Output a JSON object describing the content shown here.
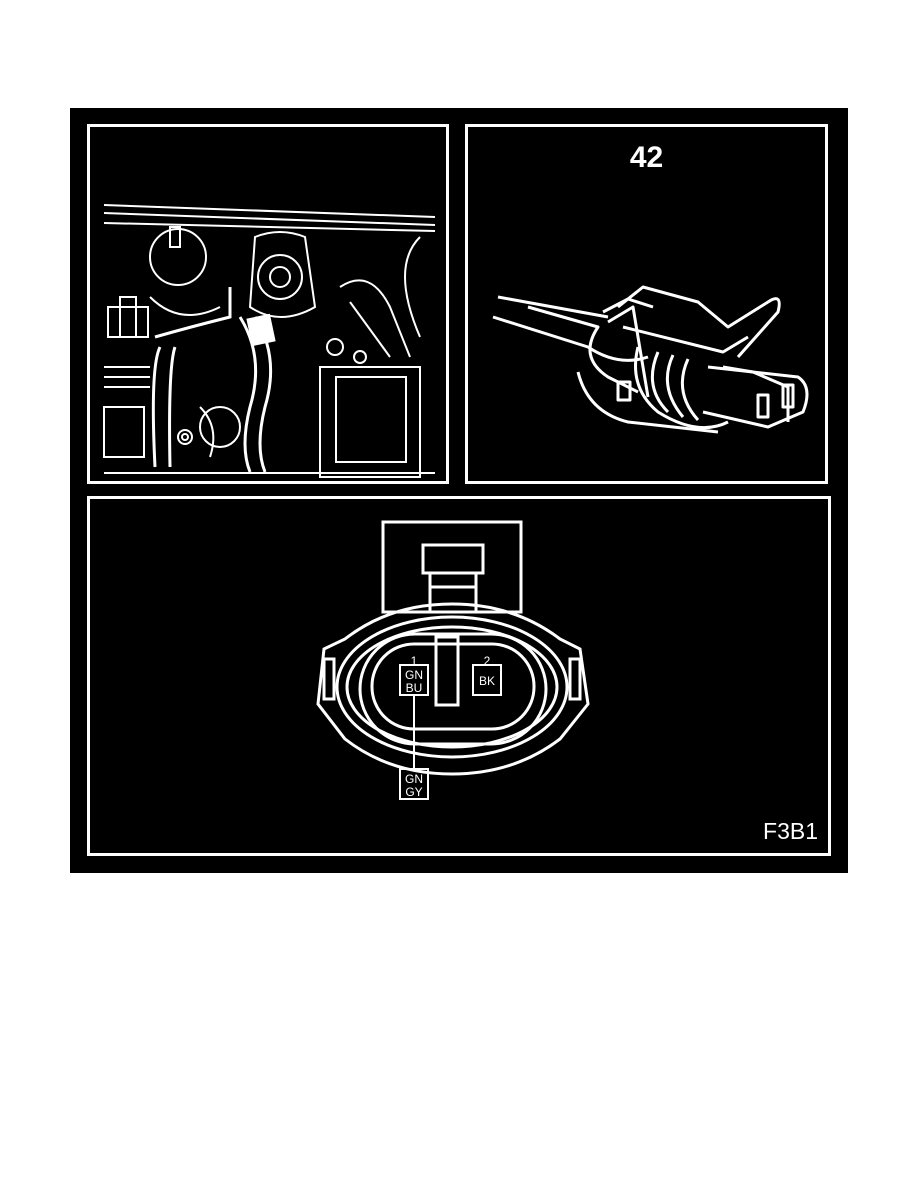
{
  "figure": {
    "panels": {
      "location_view": {
        "description": "Engine compartment line drawing with highlighted connector location"
      },
      "connector_view": {
        "connector_number": "42"
      },
      "pinout_view": {
        "figure_code": "F3B1",
        "pins": [
          {
            "number": "1",
            "wire_color_top": "GN",
            "wire_color_bottom": "BU"
          },
          {
            "number": "2",
            "wire_color": "BK"
          }
        ],
        "harness_wire": {
          "color_top": "GN",
          "color_bottom": "GY"
        }
      }
    },
    "colors": {
      "background": "#000000",
      "line": "#ffffff",
      "page": "#ffffff"
    }
  }
}
